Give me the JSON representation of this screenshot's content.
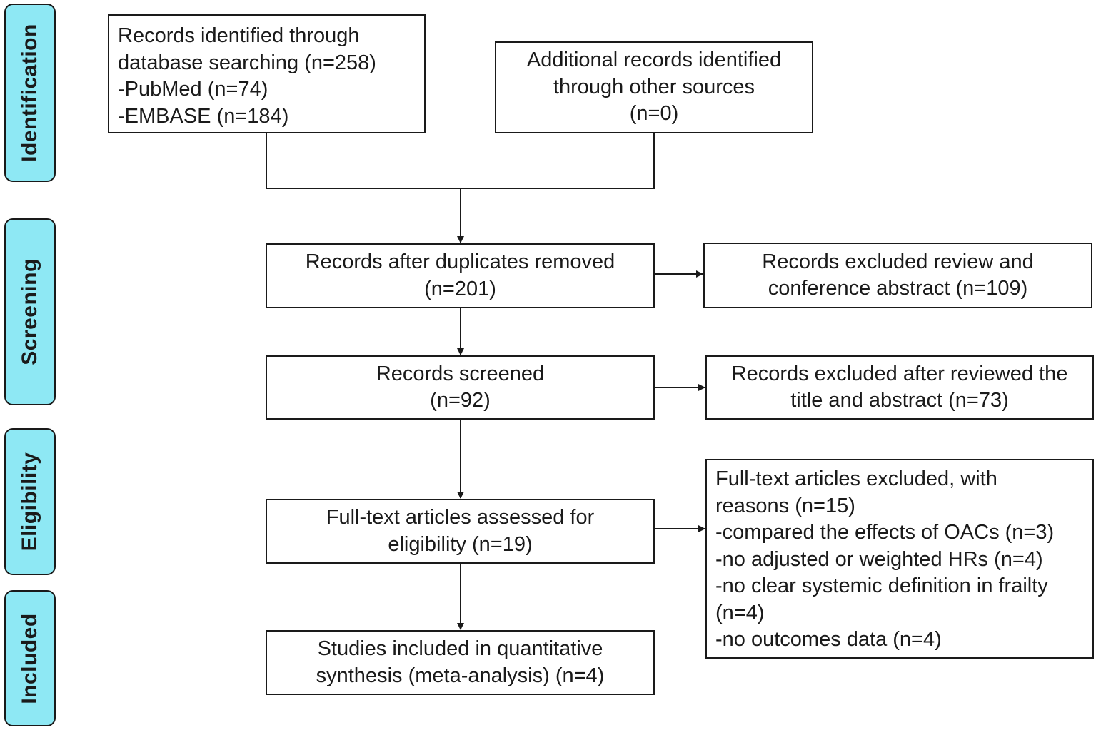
{
  "stages": {
    "identification": "Identification",
    "screening": "Screening",
    "eligibility": "Eligibility",
    "included": "Included"
  },
  "boxes": {
    "database_search": {
      "lines": [
        "Records identified through",
        "database searching (n=258)",
        "-PubMed (n=74)",
        "-EMBASE (n=184)"
      ]
    },
    "other_sources": {
      "lines": [
        "Additional records identified",
        "through other sources",
        "(n=0)"
      ]
    },
    "duplicates_removed": {
      "lines": [
        "Records after duplicates removed",
        "(n=201)"
      ]
    },
    "excluded_review": {
      "lines": [
        "Records excluded review and",
        "conference abstract (n=109)"
      ]
    },
    "screened": {
      "lines": [
        "Records screened",
        "(n=92)"
      ]
    },
    "excluded_title": {
      "lines": [
        "Records excluded after reviewed the",
        "title and abstract (n=73)"
      ]
    },
    "fulltext_assessed": {
      "lines": [
        "Full-text articles assessed for",
        "eligibility (n=19)"
      ]
    },
    "fulltext_excluded": {
      "lines": [
        "Full-text articles excluded, with",
        "reasons (n=15)",
        "-compared the effects of OACs (n=3)",
        "-no adjusted or weighted HRs (n=4)",
        "-no clear systemic definition in frailty",
        "(n=4)",
        "-no outcomes data (n=4)"
      ]
    },
    "included_studies": {
      "lines": [
        "Studies included in quantitative",
        "synthesis (meta-analysis) (n=4)"
      ]
    }
  },
  "colors": {
    "stage_fill": "#8ee8f4",
    "line": "#1a1a1a"
  }
}
